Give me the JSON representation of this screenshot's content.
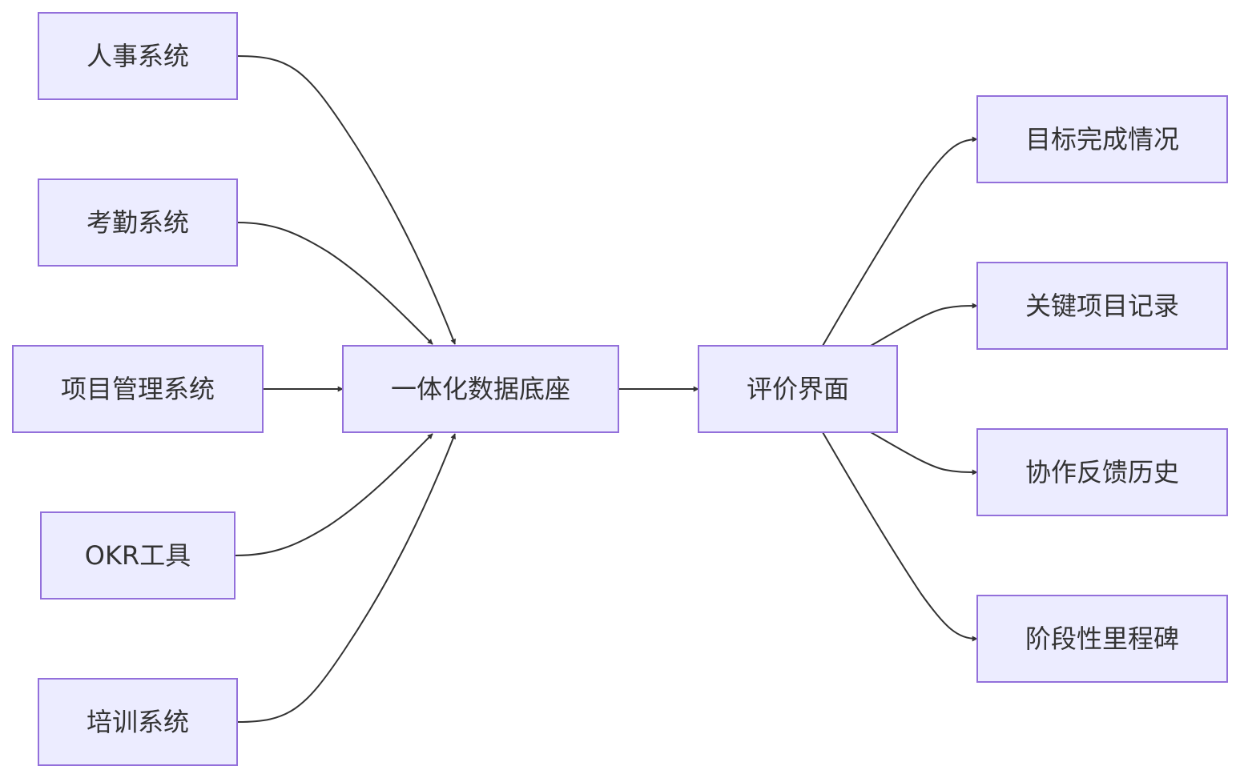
{
  "diagram": {
    "type": "flowchart",
    "direction": "left-to-right",
    "colors": {
      "node_fill": "#ECECFF",
      "node_border": "#9370DB",
      "text": "#333333",
      "edge": "#333333"
    },
    "nodes": {
      "hr": {
        "label": "人事系统"
      },
      "attendance": {
        "label": "考勤系统"
      },
      "pm": {
        "label": "项目管理系统"
      },
      "okr": {
        "label": "OKR工具"
      },
      "training": {
        "label": "培训系统"
      },
      "platform": {
        "label": "一体化数据底座"
      },
      "eval": {
        "label": "评价界面"
      },
      "goals": {
        "label": "目标完成情况"
      },
      "projects": {
        "label": "关键项目记录"
      },
      "feedback": {
        "label": "协作反馈历史"
      },
      "milestones": {
        "label": "阶段性里程碑"
      }
    },
    "edges": [
      {
        "from": "hr",
        "to": "platform"
      },
      {
        "from": "attendance",
        "to": "platform"
      },
      {
        "from": "pm",
        "to": "platform"
      },
      {
        "from": "okr",
        "to": "platform"
      },
      {
        "from": "training",
        "to": "platform"
      },
      {
        "from": "platform",
        "to": "eval"
      },
      {
        "from": "eval",
        "to": "goals"
      },
      {
        "from": "eval",
        "to": "projects"
      },
      {
        "from": "eval",
        "to": "feedback"
      },
      {
        "from": "eval",
        "to": "milestones"
      }
    ]
  }
}
